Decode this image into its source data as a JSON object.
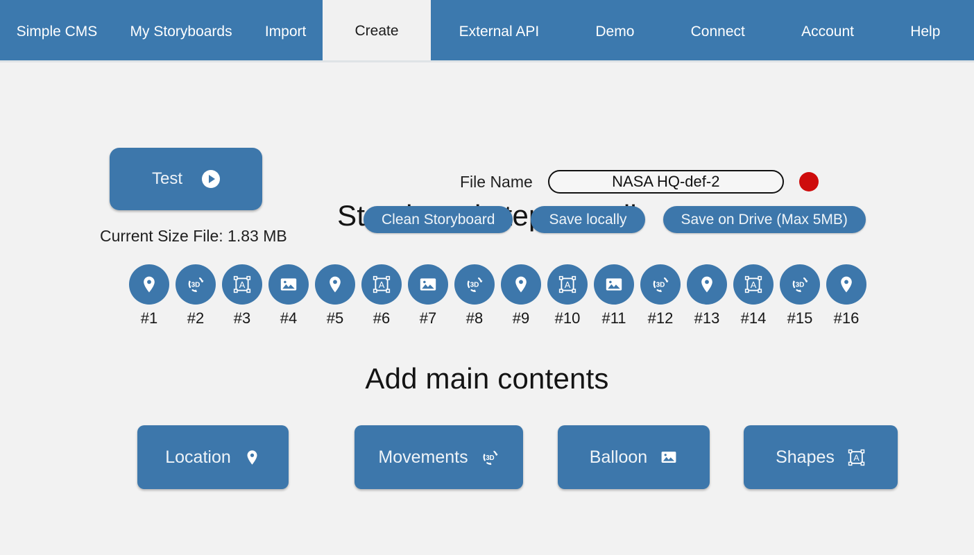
{
  "nav": {
    "left_items": [
      {
        "label": "Simple CMS",
        "active": false
      },
      {
        "label": "My Storyboards",
        "active": false
      },
      {
        "label": "Import",
        "active": false
      }
    ],
    "active_tab": {
      "label": "Create"
    },
    "right_items": [
      {
        "label": "External API",
        "active": false
      },
      {
        "label": "Demo",
        "active": false
      },
      {
        "label": "Connect",
        "active": false
      },
      {
        "label": "Account",
        "active": false
      },
      {
        "label": "Help",
        "active": false
      }
    ]
  },
  "toolbar": {
    "test_label": "Test",
    "test_icon": "play-icon",
    "size_label": "Current Size File:  1.83 MB",
    "file_name_label": "File Name",
    "file_name_value": "NASA HQ-def-2",
    "file_name_placeholder": "File name",
    "status_dot_color": "#ce0c0c",
    "clean_label": "Clean Storyboard",
    "save_locally_label": "Save locally",
    "save_drive_label": "Save on Drive (Max 5MB)"
  },
  "sections": {
    "steps_title": "Storyboard steps scroll",
    "contents_title": "Add main contents"
  },
  "steps": [
    {
      "label": "#1",
      "icon": "location-pin-icon"
    },
    {
      "label": "#2",
      "icon": "3d-rotate-icon"
    },
    {
      "label": "#3",
      "icon": "shapes-frame-icon"
    },
    {
      "label": "#4",
      "icon": "image-icon"
    },
    {
      "label": "#5",
      "icon": "location-pin-icon"
    },
    {
      "label": "#6",
      "icon": "shapes-frame-icon"
    },
    {
      "label": "#7",
      "icon": "image-icon"
    },
    {
      "label": "#8",
      "icon": "3d-rotate-icon"
    },
    {
      "label": "#9",
      "icon": "location-pin-icon"
    },
    {
      "label": "#10",
      "icon": "shapes-frame-icon"
    },
    {
      "label": "#11",
      "icon": "image-icon"
    },
    {
      "label": "#12",
      "icon": "3d-rotate-icon"
    },
    {
      "label": "#13",
      "icon": "location-pin-icon"
    },
    {
      "label": "#14",
      "icon": "shapes-frame-icon"
    },
    {
      "label": "#15",
      "icon": "3d-rotate-icon"
    },
    {
      "label": "#16",
      "icon": "location-pin-icon"
    }
  ],
  "content_buttons": [
    {
      "label": "Location",
      "icon": "location-pin-icon"
    },
    {
      "label": "Movements",
      "icon": "3d-rotate-icon"
    },
    {
      "label": "Balloon",
      "icon": "image-icon"
    },
    {
      "label": "Shapes",
      "icon": "shapes-frame-icon"
    }
  ],
  "colors": {
    "brand_blue": "#3d77ab",
    "nav_blue": "#3c79ae",
    "page_bg": "#f2f2f2",
    "status_red": "#ce0c0c"
  }
}
